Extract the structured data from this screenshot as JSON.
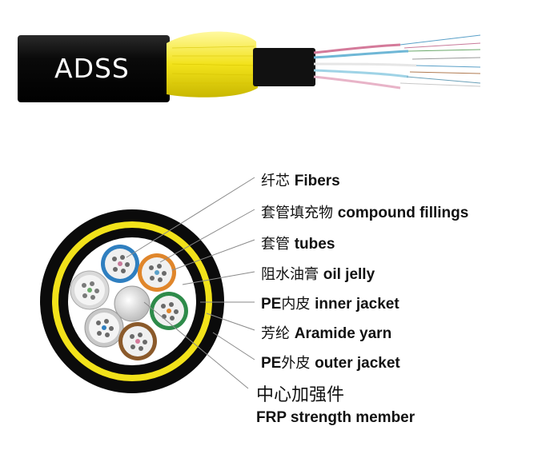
{
  "cable_label": "ADSS",
  "labels": [
    {
      "zh": "纤芯",
      "en": "Fibers"
    },
    {
      "zh": "套管填充物",
      "en": "compound fillings"
    },
    {
      "zh": "套管",
      "en": "tubes"
    },
    {
      "zh": "阻水油膏",
      "en": "oil jelly"
    },
    {
      "prefix": "PE",
      "zh": "内皮",
      "en": "inner jacket"
    },
    {
      "zh": "芳纶",
      "en": "Aramide yarn"
    },
    {
      "prefix": "PE",
      "zh": "外皮",
      "en": "outer jacket"
    }
  ],
  "center_member": {
    "zh": "中心加强件",
    "en": "FRP strength member"
  },
  "colors": {
    "jacket": "#0d0d0d",
    "aramid": "#f2e21a",
    "tube_blue": "#2f7fc0",
    "tube_orange": "#e0862b",
    "tube_white": "#d9d9d9",
    "tube_green": "#2e8b4a",
    "tube_brown": "#8b5a2b",
    "frp": "#e6e6e6"
  }
}
